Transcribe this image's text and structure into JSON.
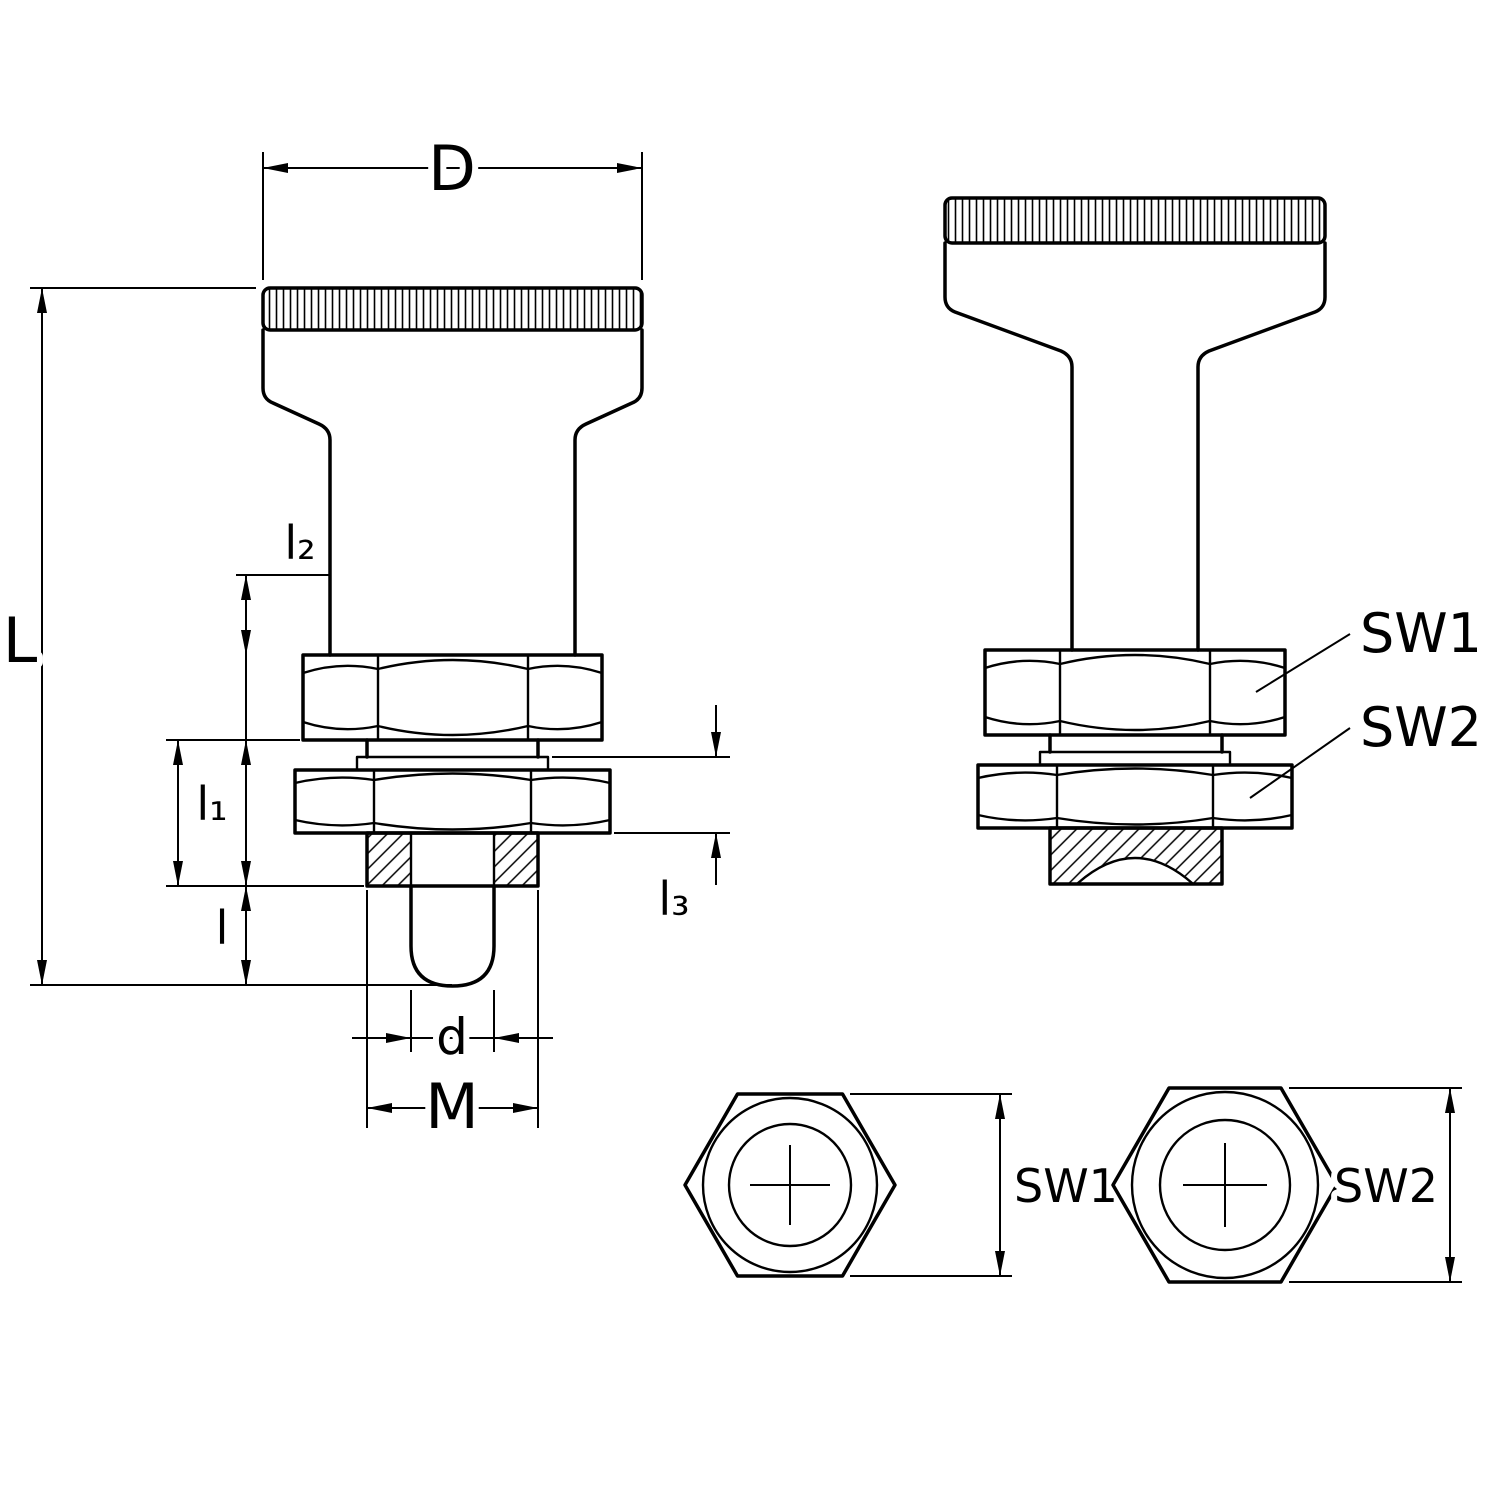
{
  "dimensions": {
    "D": "D",
    "L": "L",
    "l2": "l₂",
    "l1": "l₁",
    "l": "l",
    "l3": "l₃",
    "d": "d",
    "M": "M",
    "SW1": "SW1",
    "SW2": "SW2"
  },
  "colors": {
    "line": "#000000",
    "background": "#ffffff"
  }
}
